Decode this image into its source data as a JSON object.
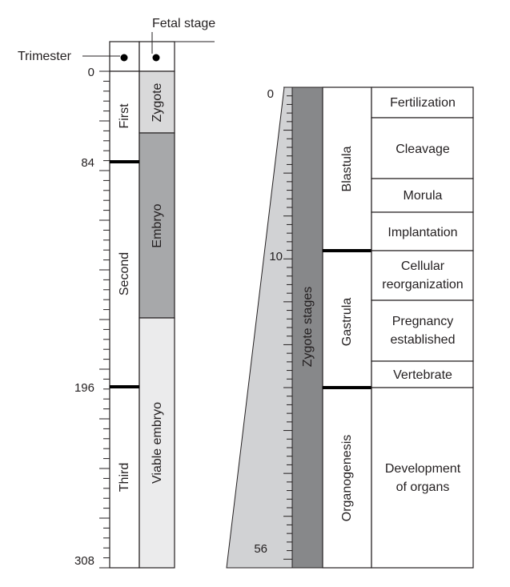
{
  "header": {
    "fetal_stage_label": "Fetal stage",
    "trimester_label": "Trimester"
  },
  "left_scale": {
    "ticks": [
      "0",
      "84",
      "196",
      "308"
    ]
  },
  "trimesters": [
    {
      "label": "First"
    },
    {
      "label": "Second"
    },
    {
      "label": "Third"
    }
  ],
  "fetal_stages": [
    {
      "label": "Zygote",
      "color": "#d9d9da"
    },
    {
      "label": "Embryo",
      "color": "#a7a8aa"
    },
    {
      "label": "Viable embryo",
      "color": "#ebebec"
    }
  ],
  "zygote_scale": {
    "ticks": [
      "0",
      "10",
      "56"
    ],
    "bar_label": "Zygote stages",
    "wedge_color": "#d1d2d4",
    "bar_color": "#87888a"
  },
  "zygote_phases": [
    {
      "label": "Blastula"
    },
    {
      "label": "Gastrula"
    },
    {
      "label": "Organogenesis"
    }
  ],
  "events": [
    {
      "lines": [
        "Fertilization"
      ]
    },
    {
      "lines": [
        "Cleavage"
      ]
    },
    {
      "lines": [
        "Morula"
      ]
    },
    {
      "lines": [
        "Implantation"
      ]
    },
    {
      "lines": [
        "Cellular",
        "reorganization"
      ]
    },
    {
      "lines": [
        "Pregnancy",
        "established"
      ]
    },
    {
      "lines": [
        "Vertebrate"
      ]
    },
    {
      "lines": [
        "Development",
        "of organs"
      ]
    }
  ]
}
